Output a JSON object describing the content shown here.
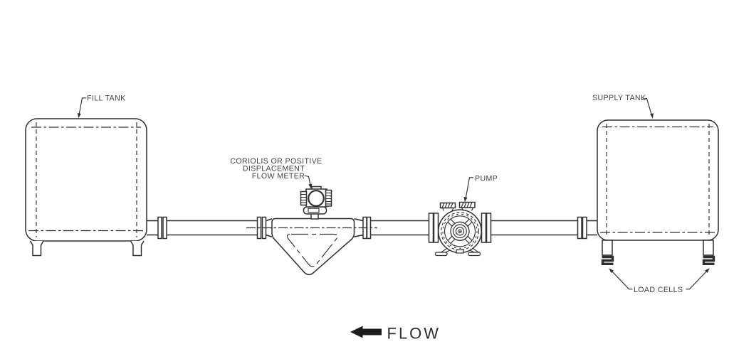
{
  "diagram": {
    "type": "process-flow-schematic",
    "colors": {
      "background": "#ffffff",
      "line": "#2f2f2f",
      "text": "#424242",
      "flow_arrow": "#1c1c1c"
    },
    "labels": {
      "fill_tank": "FILL TANK",
      "flow_meter": [
        "CORIOLIS OR POSITIVE",
        "DISPLACEMENT",
        "FLOW METER"
      ],
      "pump": "PUMP",
      "supply_tank": "SUPPLY TANK",
      "load_cells": "LOAD CELLS",
      "flow_direction": "FLOW"
    },
    "components": [
      {
        "name": "fill-tank",
        "label": "FILL TANK"
      },
      {
        "name": "coriolis-flow-meter",
        "label": "CORIOLIS OR POSITIVE DISPLACEMENT FLOW METER"
      },
      {
        "name": "pump",
        "label": "PUMP"
      },
      {
        "name": "supply-tank",
        "label": "SUPPLY TANK"
      },
      {
        "name": "load-cells",
        "label": "LOAD CELLS"
      },
      {
        "name": "flow-direction-arrow",
        "label": "FLOW",
        "direction": "left"
      }
    ]
  }
}
